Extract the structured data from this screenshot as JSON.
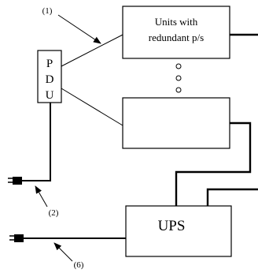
{
  "diagram": {
    "labels": {
      "callout_1": "(1)",
      "callout_2": "(2)",
      "callout_6": "(6)",
      "units_line1": "Units with",
      "units_line2": "redundant p/s",
      "pdu_letters": [
        "P",
        "D",
        "U"
      ],
      "ups": "UPS"
    },
    "colors": {
      "stroke": "#000000",
      "background": "#ffffff",
      "plug": "#000000"
    }
  }
}
